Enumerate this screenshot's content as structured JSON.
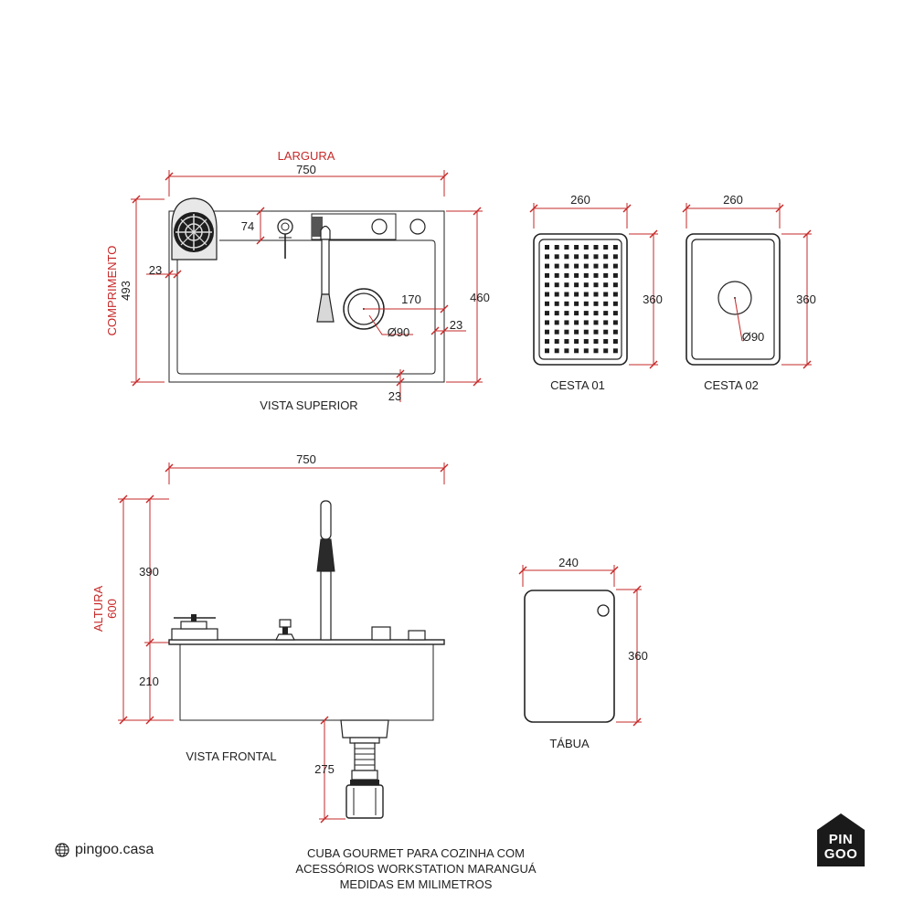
{
  "top_view": {
    "width_label": "LARGURA",
    "width_value": "750",
    "length_label": "COMPRIMENTO",
    "length_value": "493",
    "inner_height": "460",
    "margin_left": "23",
    "margin_right": "23",
    "margin_bottom": "23",
    "deck_depth": "74",
    "drain_offset": "170",
    "drain_diameter": "Ø90",
    "caption": "VISTA SUPERIOR"
  },
  "basket1": {
    "width": "260",
    "height": "360",
    "caption": "CESTA 01"
  },
  "basket2": {
    "width": "260",
    "height": "360",
    "diameter": "Ø90",
    "caption": "CESTA 02"
  },
  "front_view": {
    "width": "750",
    "height_label": "ALTURA",
    "height_value": "600",
    "upper": "390",
    "lower": "210",
    "drain_length": "275",
    "caption": "VISTA FRONTAL"
  },
  "board": {
    "width": "240",
    "height": "360",
    "caption": "TÁBUA"
  },
  "footer": {
    "brand": "pingoo.casa",
    "lines": [
      "CUBA GOURMET PARA COZINHA COM",
      "ACESSÓRIOS WORKSTATION MARANGUÁ",
      "MEDIDAS EM MILIMETROS"
    ],
    "logo_top": "PIN",
    "logo_bottom": "GOO"
  },
  "colors": {
    "accent": "#c62828",
    "line": "#222222",
    "logo": "#1a1a1a"
  }
}
